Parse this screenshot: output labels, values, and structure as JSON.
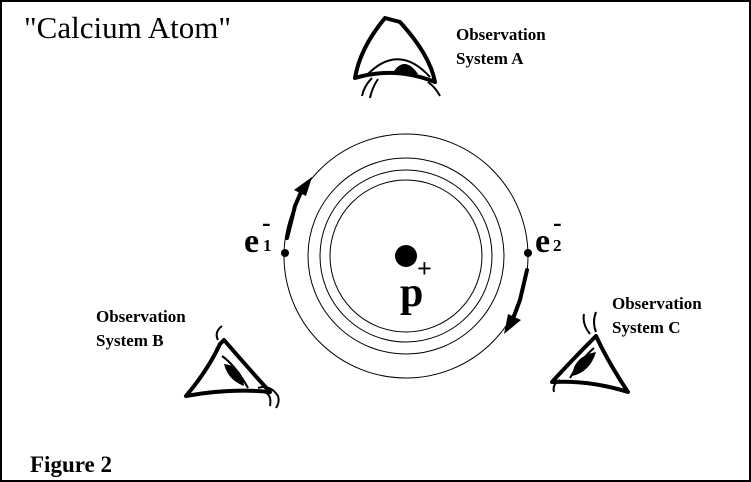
{
  "title": "\"Calcium Atom\"",
  "caption": "Figure 2",
  "proton": {
    "symbol": "p",
    "charge": "+"
  },
  "electrons": [
    {
      "symbol": "e",
      "charge": "-",
      "index": "1"
    },
    {
      "symbol": "e",
      "charge": "-",
      "index": "2"
    }
  ],
  "observers": [
    {
      "line1": "Observation",
      "line2": "System A"
    },
    {
      "line1": "Observation",
      "line2": "System B"
    },
    {
      "line1": "Observation",
      "line2": "System C"
    }
  ],
  "colors": {
    "ink": "#000000",
    "background": "#ffffff"
  }
}
